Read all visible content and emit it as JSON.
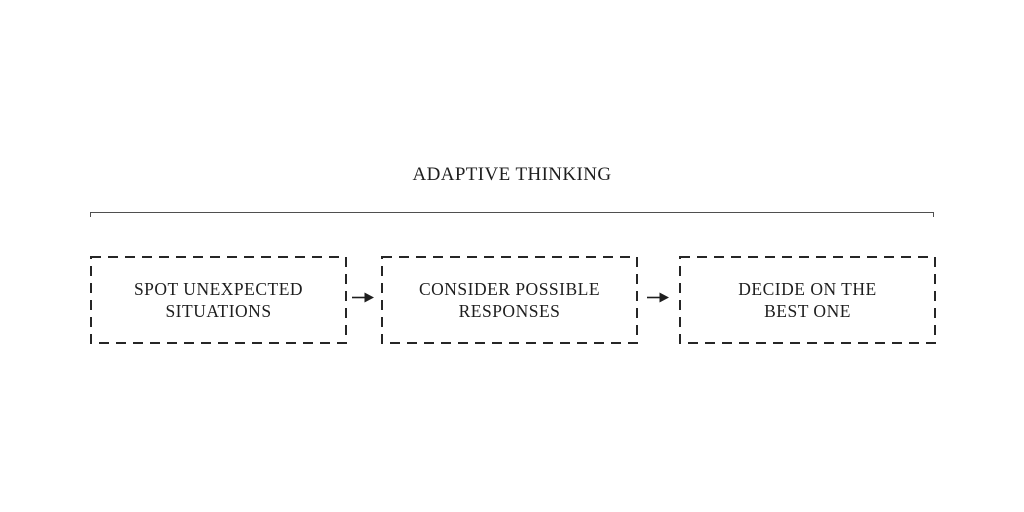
{
  "diagram": {
    "title": "ADAPTIVE THINKING",
    "boxes": [
      {
        "id": "spot-unexpected-situations",
        "line1": "SPOT UNEXPECTED",
        "line2": "SITUATIONS"
      },
      {
        "id": "consider-possible-responses",
        "line1": "CONSIDER POSSIBLE",
        "line2": "RESPONSES"
      },
      {
        "id": "decide-on-the-best-one",
        "line1": "DECIDE ON THE",
        "line2": "BEST ONE"
      }
    ],
    "connectors": [
      {
        "icon": "arrow-right-icon"
      },
      {
        "icon": "arrow-right-icon"
      }
    ],
    "colors": {
      "background": "#ffffff",
      "text": "#1e1e1e",
      "box_border": "#262626",
      "bracket_line": "#4f4f4f",
      "arrow": "#1e1e1e"
    }
  }
}
